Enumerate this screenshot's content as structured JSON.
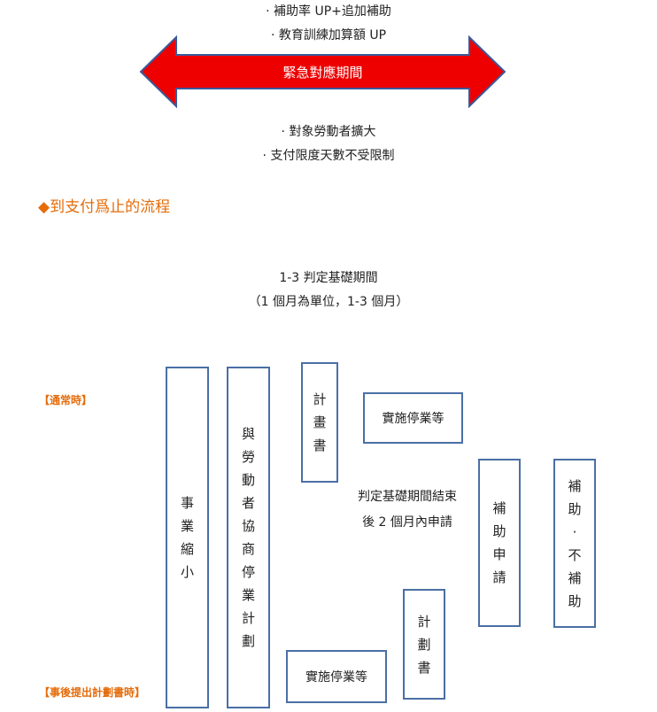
{
  "top_notes": [
    "· 補助率 UP+追加補助",
    "· 教育訓練加算額 UP"
  ],
  "arrow": {
    "label": "緊急對應期間",
    "fill_color": "#ee0000",
    "stroke_color": "#3a5a9a"
  },
  "bottom_notes": [
    "· 對象勞動者擴大",
    "· 支付限度天數不受限制"
  ],
  "section_title": "◆到支付爲止的流程",
  "basis_period": {
    "line1": "1-3 判定基礎期間",
    "line2": "（1 個月為單位，1-3 個月）"
  },
  "tags": {
    "normal": "【通常時】",
    "after": "【事後提出計劃書時】"
  },
  "flow": {
    "business_shrink": [
      "事",
      "業",
      "縮",
      "小"
    ],
    "consult_plan": [
      "與",
      "勞",
      "動",
      "者",
      "協",
      "商",
      "停",
      "業",
      "計",
      "劃"
    ],
    "plan_doc_normal": [
      "計",
      "畫",
      "書"
    ],
    "implement_normal": "實施停業等",
    "apply_note_line1": "判定基礎期間結束",
    "apply_note_line2": "後 2 個月內申請",
    "subsidy_apply": [
      "補",
      "助",
      "申",
      "請"
    ],
    "result": [
      "補",
      "助",
      "·",
      "不",
      "補",
      "助"
    ],
    "implement_after": "實施停業等",
    "plan_doc_after": [
      "計",
      "劃",
      "書"
    ]
  },
  "colors": {
    "accent": "#e46c0a",
    "box_border": "#4a6fa5"
  }
}
